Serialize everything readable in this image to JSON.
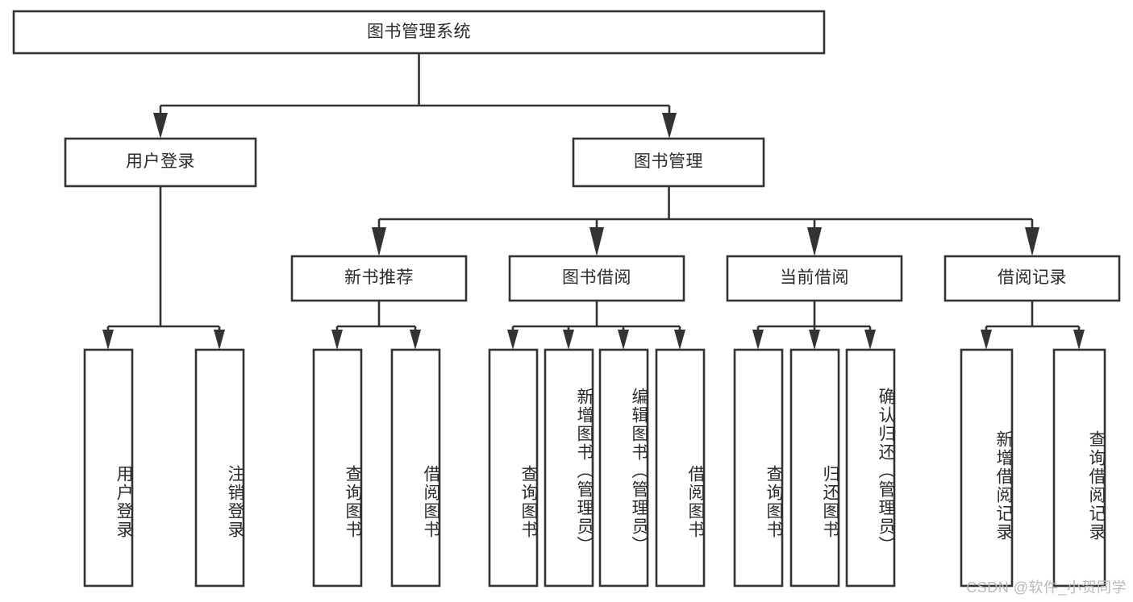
{
  "diagram": {
    "title": "图书管理系统",
    "watermark": "CSDN @软件_小贺同学",
    "colors": {
      "stroke": "#333333",
      "box_fill": "#ffffff",
      "text": "#2b2b2b",
      "background": "#ffffff",
      "watermark": "#b9b9b9"
    },
    "root": {
      "label": "图书管理系统"
    },
    "level2": [
      {
        "label": "用户登录"
      },
      {
        "label": "图书管理"
      }
    ],
    "level3": [
      {
        "label": "新书推荐"
      },
      {
        "label": "图书借阅"
      },
      {
        "label": "当前借阅"
      },
      {
        "label": "借阅记录"
      }
    ],
    "leaves": {
      "user_login": [
        {
          "label": "用户登录"
        },
        {
          "label": "注销登录"
        }
      ],
      "new_book_recommend": [
        {
          "label": "查询图书"
        },
        {
          "label": "借阅图书"
        }
      ],
      "book_borrow": [
        {
          "label": "查询图书"
        },
        {
          "label": "新增图书（管理员）"
        },
        {
          "label": "编辑图书（管理员）"
        },
        {
          "label": "借阅图书"
        }
      ],
      "current_borrow": [
        {
          "label": "查询图书"
        },
        {
          "label": "归还图书"
        },
        {
          "label": "确认归还（管理员）"
        }
      ],
      "borrow_record": [
        {
          "label": "新增借阅记录"
        },
        {
          "label": "查询借阅记录"
        }
      ]
    }
  }
}
